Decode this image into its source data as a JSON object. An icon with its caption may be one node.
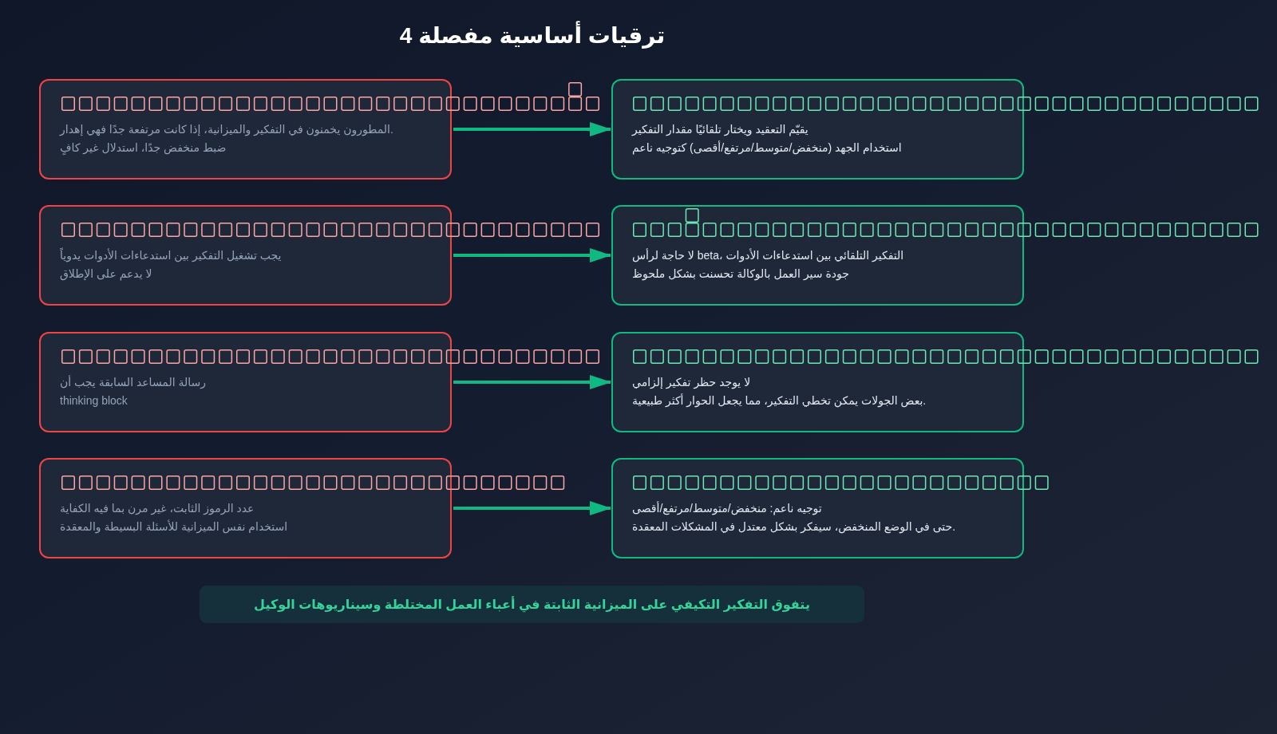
{
  "diagram": {
    "title": "4 ترقيات أساسية مفصلة",
    "nodes": [
      {
        "text": [
          "المطورون يخمنون في التفكير والميزانية، إذا كانت مرتفعة جدًا فهي إهدار.",
          "ضبط منخفض جدًا، استدلال غير كافٍ"
        ]
      },
      {
        "text": [
          "يقيّم التعقيد ويختار تلقائيًا مقدار التفكير",
          "استخدام الجهد (منخفض/متوسط/مرتفع/أقصى) كتوجيه ناعم"
        ]
      },
      {
        "text": [
          "يجب تشغيل التفكير بين استدعاءات الأدوات يدوياً",
          "لا يدعم على الإطلاق"
        ]
      },
      {
        "text": [
          "لا حاجة لرأس beta، التفكير التلقائي بين استدعاءات الأدوات",
          "جودة سير العمل بالوكالة تحسنت بشكل ملحوظ"
        ]
      },
      {
        "text": [
          "رسالة المساعد السابقة يجب أن",
          "thinking block"
        ]
      },
      {
        "text": [
          "لا يوجد حظر تفكير إلزامي",
          "بعض الجولات يمكن تخطي التفكير، مما يجعل الحوار أكثر طبيعية."
        ]
      },
      {
        "text": [
          "عدد الرموز الثابت، غير مرن بما فيه الكفاية",
          "استخدام نفس الميزانية للأسئلة البسيطة والمعقدة"
        ]
      },
      {
        "text": [
          "توجيه ناعم: منخفض/متوسط/مرتفع/أقصى",
          "حتى في الوضع المنخفض، سيفكر بشكل معتدل في المشكلات المعقدة."
        ]
      },
      {
        "text": [
          "يتفوق التفكير التكيفي على الميزانية الثابتة في أعباء العمل المختلطة وسيناريوهات الوكيل"
        ]
      }
    ],
    "edges": [
      {
        "from": 0,
        "to": 1,
        "arrow": "to"
      },
      {
        "from": 2,
        "to": 3,
        "arrow": "to"
      },
      {
        "from": 4,
        "to": 5,
        "arrow": "to"
      },
      {
        "from": 6,
        "to": 7,
        "arrow": "to"
      }
    ]
  }
}
